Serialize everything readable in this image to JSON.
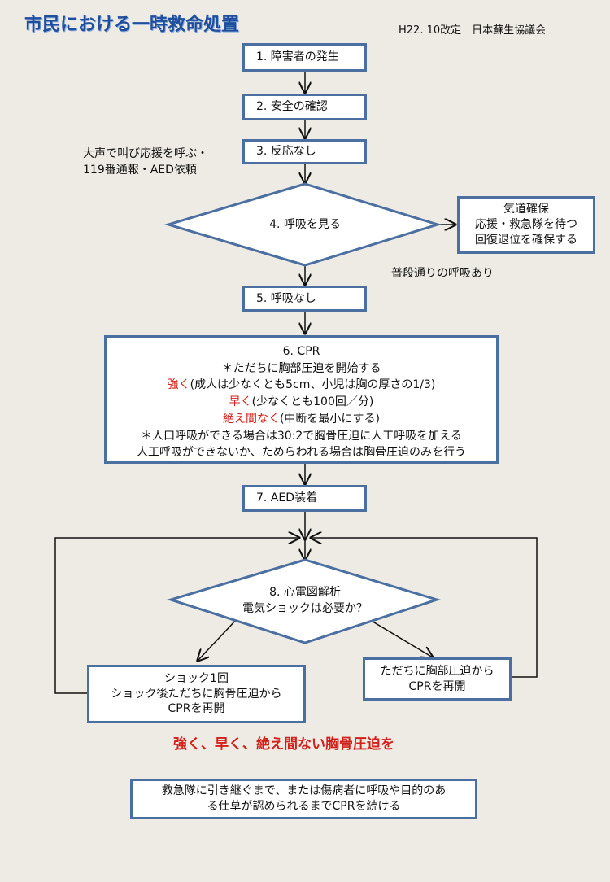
{
  "header": {
    "title": "市民における一時救命処置",
    "subtitle": "H22. 10改定　日本蘇生協議会"
  },
  "steps": {
    "s1": "1. 障害者の発生",
    "s2": "2. 安全の確認",
    "s3": "3. 反応なし",
    "s3_note_line1": "大声で叫び応援を呼ぶ・",
    "s3_note_line2": "119番通報・AED依頼",
    "s4": "4. 呼吸を見る",
    "s4_side_line1": "気道確保",
    "s4_side_line2": "応援・救急隊を待つ",
    "s4_side_line3": "回復退位を確保する",
    "s4_side_label": "普段通りの呼吸あり",
    "s5": "5. 呼吸なし",
    "s6": {
      "title": "6. CPR",
      "line1": "＊ただちに胸部圧迫を開始する",
      "line2_red": "強く",
      "line2_rest": "(成人は少なくとも5cm、小児は胸の厚さの1/3)",
      "line3_red": "早く",
      "line3_rest": "(少なくとも100回／分)",
      "line4_red": "絶え間なく",
      "line4_rest": "(中断を最小にする)",
      "line5": "＊人口呼吸ができる場合は30:2で胸骨圧迫に人工呼吸を加える",
      "line6": "人工呼吸ができないか、ためらわれる場合は胸骨圧迫のみを行う"
    },
    "s7": "7. AED装着",
    "s8_line1": "8. 心電図解析",
    "s8_line2": "電気ショックは必要か？",
    "shock_line1": "ショック1回",
    "shock_line2": "ショック後ただちに胸骨圧迫から",
    "shock_line3": "CPRを再開",
    "noshock_line1": "ただちに胸部圧迫から",
    "noshock_line2": "CPRを再開"
  },
  "slogan": "強く、早く、絶え間ない胸骨圧迫を",
  "footer": {
    "line1": "救急隊に引き継ぐまで、または傷病者に呼吸や目的のあ",
    "line2": "る仕草が認められるまでCPRを続ける"
  },
  "colors": {
    "box_border": "#4a6fa0",
    "accent_red": "#d4201a",
    "title_blue": "#1f4e9c",
    "background": "#eeebe4"
  }
}
